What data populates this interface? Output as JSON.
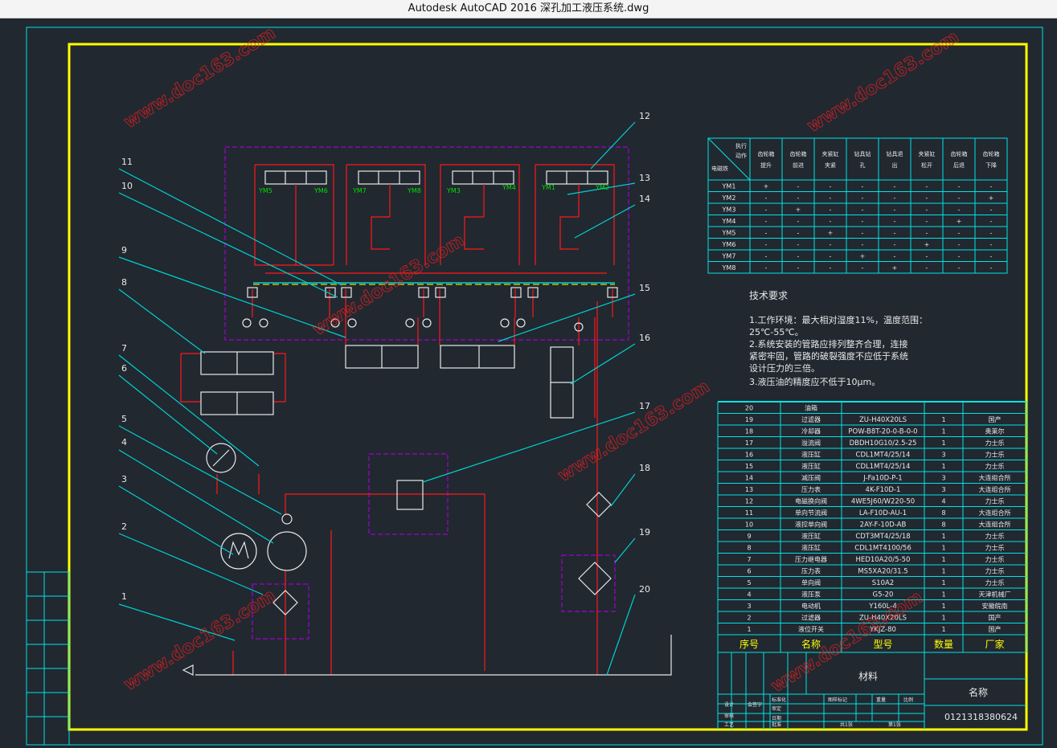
{
  "window": {
    "title": "Autodesk AutoCAD 2016    深孔加工液压系统.dwg"
  },
  "watermark": "www.doc163.com",
  "leaders": [
    "1",
    "2",
    "3",
    "4",
    "5",
    "6",
    "7",
    "8",
    "9",
    "10",
    "11",
    "12",
    "13",
    "14",
    "15",
    "16",
    "17",
    "18",
    "19",
    "20"
  ],
  "valve_labels": [
    "YM5",
    "YM6",
    "YM7",
    "YM8",
    "YM3",
    "YM4",
    "YM1",
    "YM2"
  ],
  "solenoid_table": {
    "corner": {
      "top": "执行",
      "mid": "动作",
      "bottom": "电磁铁"
    },
    "headers": [
      [
        "齿轮箱",
        "提升"
      ],
      [
        "齿轮箱",
        "前进"
      ],
      [
        "夹紧缸",
        "夹紧"
      ],
      [
        "钻具钻",
        "孔"
      ],
      [
        "钻具退",
        "出"
      ],
      [
        "夹紧缸",
        "松开"
      ],
      [
        "齿轮箱",
        "后退"
      ],
      [
        "齿轮箱",
        "下降"
      ]
    ],
    "rows": [
      {
        "label": "YM1",
        "cells": [
          "+",
          "-",
          "-",
          "-",
          "-",
          "-",
          "-",
          "-"
        ]
      },
      {
        "label": "YM2",
        "cells": [
          "-",
          "-",
          "-",
          "-",
          "-",
          "-",
          "-",
          "+"
        ]
      },
      {
        "label": "YM3",
        "cells": [
          "-",
          "+",
          "-",
          "-",
          "-",
          "-",
          "-",
          "-"
        ]
      },
      {
        "label": "YM4",
        "cells": [
          "-",
          "-",
          "-",
          "-",
          "-",
          "-",
          "+",
          "-"
        ]
      },
      {
        "label": "YM5",
        "cells": [
          "-",
          "-",
          "+",
          "-",
          "-",
          "-",
          "-",
          "-"
        ]
      },
      {
        "label": "YM6",
        "cells": [
          "-",
          "-",
          "-",
          "-",
          "-",
          "+",
          "-",
          "-"
        ]
      },
      {
        "label": "YM7",
        "cells": [
          "-",
          "-",
          "-",
          "+",
          "-",
          "-",
          "-",
          "-"
        ]
      },
      {
        "label": "YM8",
        "cells": [
          "-",
          "-",
          "-",
          "-",
          "+",
          "-",
          "-",
          "-"
        ]
      }
    ]
  },
  "tech": {
    "title": "技术要求",
    "lines": [
      "1.工作环境：最大相对湿度11%，温度范围：",
      "25℃-55℃。",
      "2.系统安装的管路应排列整齐合理，连接",
      "紧密牢固，管路的破裂强度不应低于系统",
      "设计压力的三倍。",
      "3.液压油的精度应不低于10μm。"
    ]
  },
  "bom": {
    "rows": [
      {
        "no": "20",
        "name": "油箱",
        "model": "",
        "qty": "",
        "maker": ""
      },
      {
        "no": "19",
        "name": "过滤器",
        "model": "ZU-H40X20LS",
        "qty": "1",
        "maker": "国产"
      },
      {
        "no": "18",
        "name": "冷却器",
        "model": "POW-B8T-20-0-B-0-0",
        "qty": "1",
        "maker": "奥莱尔"
      },
      {
        "no": "17",
        "name": "溢流阀",
        "model": "DBDH10G10/2.5-25",
        "qty": "1",
        "maker": "力士乐"
      },
      {
        "no": "16",
        "name": "液压缸",
        "model": "CDL1MT4/25/14",
        "qty": "3",
        "maker": "力士乐"
      },
      {
        "no": "15",
        "name": "液压缸",
        "model": "CDL1MT4/25/14",
        "qty": "1",
        "maker": "力士乐"
      },
      {
        "no": "14",
        "name": "减压阀",
        "model": "J-Fa10D-P-1",
        "qty": "3",
        "maker": "大连组合所"
      },
      {
        "no": "13",
        "name": "压力表",
        "model": "4K-F10D-1",
        "qty": "3",
        "maker": "大连组合所"
      },
      {
        "no": "12",
        "name": "电磁换向阀",
        "model": "4WE5J60/W220-50",
        "qty": "4",
        "maker": "力士乐"
      },
      {
        "no": "11",
        "name": "单向节流阀",
        "model": "LA-F10D-AU-1",
        "qty": "8",
        "maker": "大连组合所"
      },
      {
        "no": "10",
        "name": "液控单向阀",
        "model": "2AY-F-10D-AB",
        "qty": "8",
        "maker": "大连组合所"
      },
      {
        "no": "9",
        "name": "液压缸",
        "model": "CDT3MT4/25/18",
        "qty": "1",
        "maker": "力士乐"
      },
      {
        "no": "8",
        "name": "液压缸",
        "model": "CDL1MT4100/56",
        "qty": "1",
        "maker": "力士乐"
      },
      {
        "no": "7",
        "name": "压力继电器",
        "model": "HED10A20/5-50",
        "qty": "1",
        "maker": "力士乐"
      },
      {
        "no": "6",
        "name": "压力表",
        "model": "MS5XA20/31.5",
        "qty": "1",
        "maker": "力士乐"
      },
      {
        "no": "5",
        "name": "单向阀",
        "model": "S10A2",
        "qty": "1",
        "maker": "力士乐"
      },
      {
        "no": "4",
        "name": "液压泵",
        "model": "G5-20",
        "qty": "1",
        "maker": "天津机械厂"
      },
      {
        "no": "3",
        "name": "电动机",
        "model": "Y160L-4",
        "qty": "1",
        "maker": "安徽皖南"
      },
      {
        "no": "2",
        "name": "过滤器",
        "model": "ZU-H40X20LS",
        "qty": "1",
        "maker": "国产"
      },
      {
        "no": "1",
        "name": "液位开关",
        "model": "YKJZ-80",
        "qty": "1",
        "maker": "国产"
      }
    ],
    "header": {
      "no": "序号",
      "name": "名称",
      "model": "型号",
      "qty": "数量",
      "maker": "厂家"
    }
  },
  "titleblock": {
    "material": "材料",
    "name": "名称",
    "drawing_no": "0121318380624",
    "design": "设计",
    "std": "标准化",
    "check": "审核",
    "craft": "工艺",
    "approve": "批准",
    "date": "日期",
    "stage_mark": "图样标记",
    "weight": "重量",
    "scale": "比例",
    "sheets": "共1张",
    "sheet": "第1张",
    "countersign": "会签字",
    "review": "审定"
  }
}
